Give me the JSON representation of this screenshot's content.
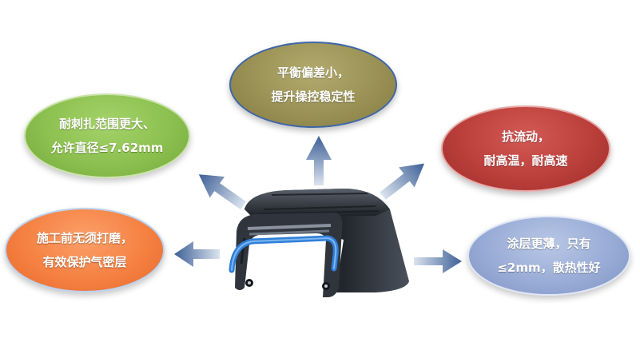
{
  "bubbles": {
    "top": {
      "line1": "平衡偏差小，",
      "line2": "提升操控稳定性"
    },
    "left_top": {
      "line1": "耐刺扎范围更大、",
      "line2": "允许直径≤7.62mm"
    },
    "right_top": {
      "line1": "抗流动，",
      "line2": "耐高温，耐高速"
    },
    "left_bottom": {
      "line1": "施工前无须打磨，",
      "line2": "有效保护气密层"
    },
    "right_bottom": {
      "line1": "涂层更薄，只有",
      "line2": "≤2mm，散热性好"
    }
  },
  "colors": {
    "top_bubble": "#9a9155",
    "left_top_bubble": "#8cc04f",
    "right_top_bubble": "#bb3f3b",
    "left_bottom_bubble": "#f58142",
    "right_bottom_bubble": "#99acd6",
    "arrow": "#3d5f96",
    "tire": "#2b2f36",
    "sealant_layer": "#2f7fd8"
  },
  "icons": {
    "center": "tire-cross-section-icon",
    "arrows": "arrow-icon"
  }
}
